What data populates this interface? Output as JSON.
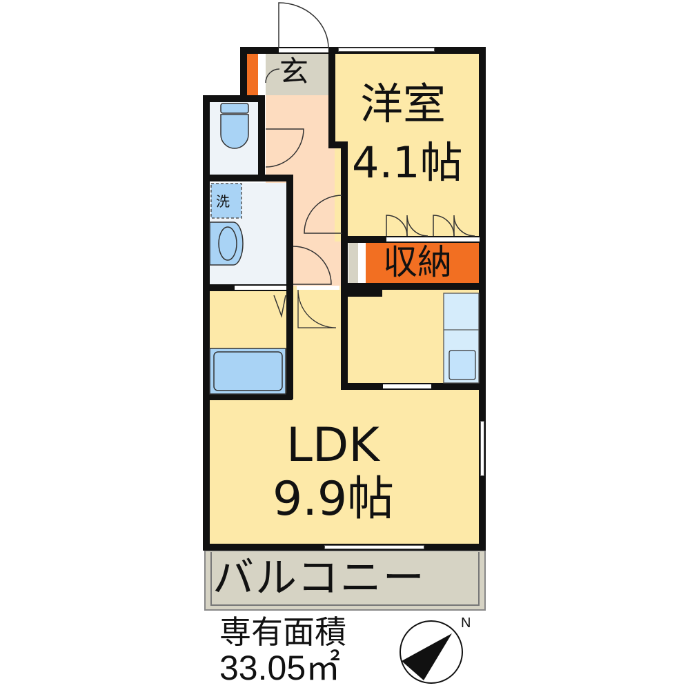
{
  "floorplan": {
    "rooms": [
      {
        "id": "entrance",
        "label": "玄",
        "color": "#d6d3c4"
      },
      {
        "id": "western_room",
        "label_line1": "洋室",
        "label_line2": "4.1帖",
        "color": "#fde9a8"
      },
      {
        "id": "storage",
        "label": "収納",
        "color": "#f26f22"
      },
      {
        "id": "ldk",
        "label_line1": "LDK",
        "label_line2": "9.9帖",
        "color": "#fde9a8"
      },
      {
        "id": "balcony",
        "label": "バルコニー",
        "color": "#d6d3c4"
      },
      {
        "id": "hallway",
        "color": "#fddcbf"
      },
      {
        "id": "wet_areas",
        "color": "#eef3f8"
      },
      {
        "id": "kitchen",
        "color": "#fde9a8"
      }
    ],
    "fixtures": {
      "washer_label": "洗",
      "toilet": "toilet-icon",
      "washbasin": "sink-icon",
      "bathtub": "bathtub-icon",
      "kitchen_counter": "kitchen-counter-icon"
    },
    "colors": {
      "wall": "#111111",
      "fixture_blue": "#a9d3f5",
      "wet_floor": "#eef3f8"
    }
  },
  "footer": {
    "area_label": "専有面積",
    "area_value": "33.05㎡",
    "compass_label": "N"
  }
}
